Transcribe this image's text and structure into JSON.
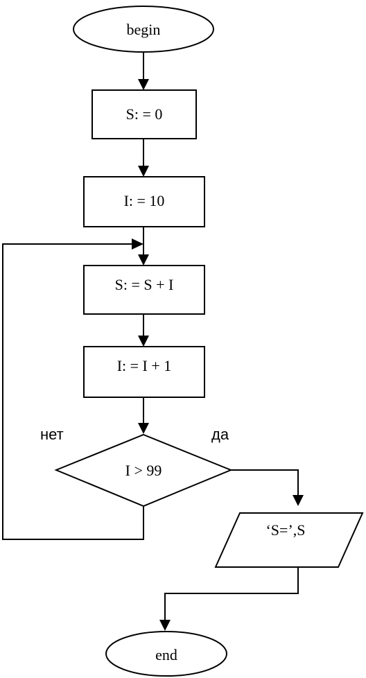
{
  "flowchart": {
    "start_label": "begin",
    "step_s_init": "S: = 0",
    "step_i_init": "I: = 10",
    "step_add": "S: = S + I",
    "step_increment": "I: = I + 1",
    "condition": "I > 99",
    "branch_no": "нет",
    "branch_yes": "да",
    "output": "‘S=’,S",
    "end_label": "end"
  },
  "colors": {
    "stroke": "#000000",
    "background": "#ffffff"
  }
}
